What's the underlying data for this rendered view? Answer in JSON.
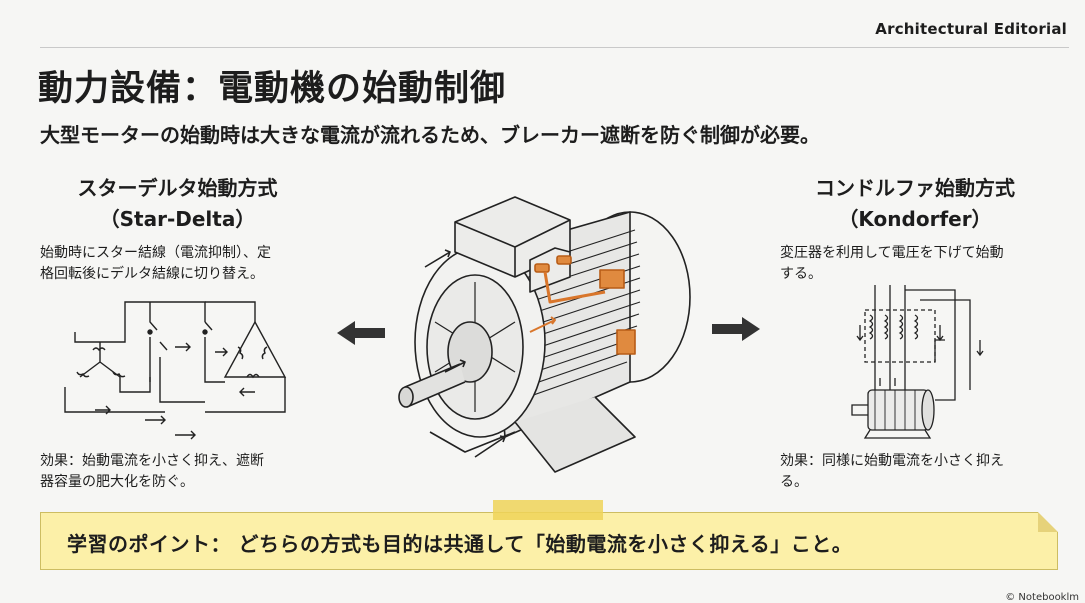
{
  "header": {
    "brand": "Architectural Editorial",
    "title": "動力設備：電動機の始動制御",
    "subtitle": "大型モーターの始動時は大きな電流が流れるため、ブレーカー遮断を防ぐ制御が必要。"
  },
  "left_method": {
    "title_line1": "スターデルタ始動方式",
    "title_line2": "（Star-Delta）",
    "desc_line1": "始動時にスター結線（電流抑制）、定",
    "desc_line2": "格回転後にデルタ結線に切り替え。",
    "effect_line1": "効果：始動電流を小さく抑え、遮断",
    "effect_line2": "器容量の肥大化を防ぐ。"
  },
  "right_method": {
    "title_line1": "コンドルファ始動方式",
    "title_line2": "（Kondorfer）",
    "desc_line1": "変圧器を利用して電圧を下げて始動",
    "desc_line2": "する。",
    "effect_line1": "効果：同様に始動電流を小さく抑え",
    "effect_line2": "る。"
  },
  "point": {
    "text": "学習のポイント：  どちらの方式も目的は共通して「始動電流を小さく抑える」こと。"
  },
  "footer": {
    "credit": "© Notebooklm"
  },
  "icons": {
    "left_arrow": "arrow-left-icon",
    "right_arrow": "arrow-right-icon",
    "motor": "electric-motor-illustration",
    "star_delta": "star-delta-wiring-diagram",
    "kondorfer": "autotransformer-wiring-diagram"
  },
  "colors": {
    "accent_orange": "#d9762b",
    "note_yellow": "#fcf0a8",
    "ink": "#1d1d1d"
  }
}
